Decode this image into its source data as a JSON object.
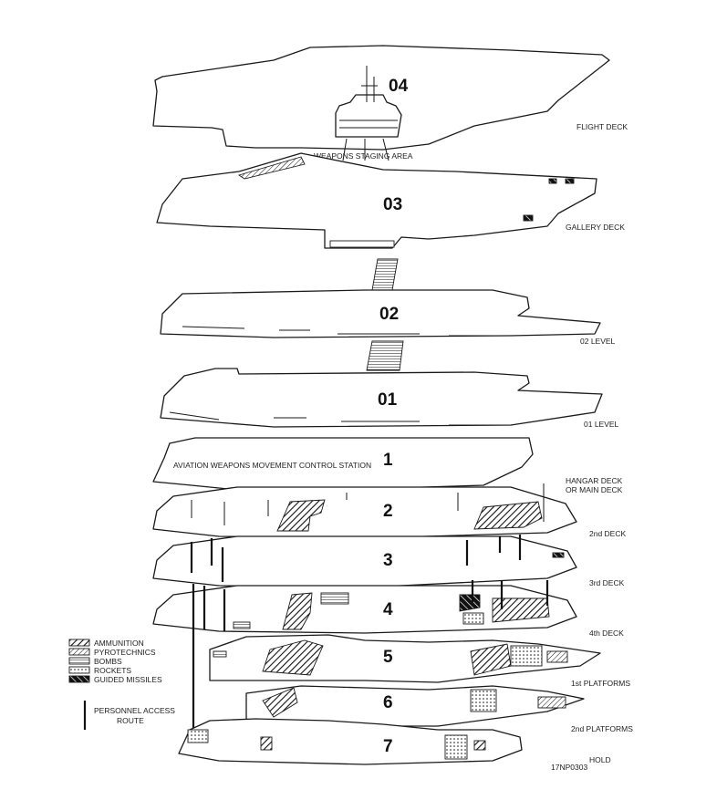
{
  "diagram": {
    "decks": [
      {
        "number": "04",
        "label": "FLIGHT DECK"
      },
      {
        "number": "03",
        "label": "GALLERY DECK"
      },
      {
        "number": "02",
        "label": "02 LEVEL"
      },
      {
        "number": "01",
        "label": "01 LEVEL"
      },
      {
        "number": "1",
        "label": "HANGAR DECK",
        "label2": "OR MAIN DECK"
      },
      {
        "number": "2",
        "label": "2nd DECK"
      },
      {
        "number": "3",
        "label": "3rd DECK"
      },
      {
        "number": "4",
        "label": "4th DECK"
      },
      {
        "number": "5",
        "label": "1st PLATFORMS"
      },
      {
        "number": "6",
        "label": "2nd PLATFORMS"
      },
      {
        "number": "7",
        "label": "HOLD"
      }
    ],
    "annotations": {
      "staging_area": "WEAPONS STAGING AREA",
      "control_station": "AVIATION WEAPONS MOVEMENT CONTROL STATION"
    },
    "legend": {
      "items": [
        {
          "label": "AMMUNITION",
          "pattern": "ammunition"
        },
        {
          "label": "PYROTECHNICS",
          "pattern": "pyrotechnics"
        },
        {
          "label": "BOMBS",
          "pattern": "bombs"
        },
        {
          "label": "ROCKETS",
          "pattern": "rockets"
        },
        {
          "label": "GUIDED MISSILES",
          "pattern": "guided-missiles"
        }
      ],
      "route_line1": "PERSONNEL ACCESS",
      "route_line2": "ROUTE"
    },
    "figure_id": "17NP0303"
  }
}
